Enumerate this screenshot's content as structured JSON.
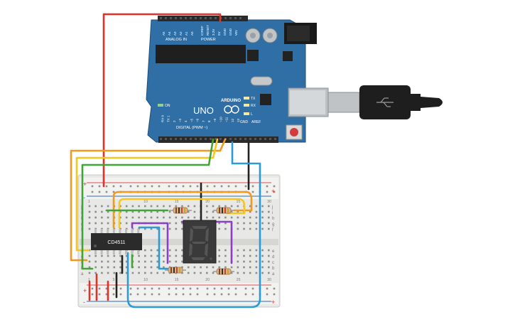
{
  "arduino": {
    "logo_text": "ARDUINO",
    "model": "UNO",
    "header_analog": "ANALOG IN",
    "header_power": "POWER",
    "header_digital": "DIGITAL (PWM ~)",
    "led_on": "ON",
    "led_tx": "TX",
    "led_rx": "RX",
    "led_l": "L",
    "pin_aref": "AREF",
    "pin_gnd": "GND",
    "analog_pins": [
      "A5",
      "A4",
      "A3",
      "A2",
      "A1",
      "A0"
    ],
    "power_pins": [
      "VIN",
      "GND",
      "GND",
      "5V",
      "3.3V",
      "RESET",
      "IOREF"
    ],
    "digital_pins": [
      "13",
      "12",
      "~11",
      "~10",
      "~9",
      "8",
      "7",
      "~6",
      "~5",
      "4",
      "~3",
      "2",
      "TX 1",
      "RX 0"
    ]
  },
  "ic": {
    "label": "CD4511"
  },
  "display": {
    "digit": "8"
  },
  "breadboard": {
    "row_letters_top": [
      "j",
      "i",
      "h",
      "g",
      "f"
    ],
    "row_letters_bottom": [
      "e",
      "d",
      "c",
      "b",
      "a"
    ],
    "column_numbers": [
      "1",
      "5",
      "10",
      "15",
      "20",
      "25",
      "30"
    ],
    "rail_plus": "+",
    "rail_minus": "-"
  },
  "colors": {
    "board": "#2f6fa6",
    "board_dark": "#1f4f7a",
    "wire_red": "#e0322b",
    "wire_orange": "#f29a1e",
    "wire_yellow": "#f4c820",
    "wire_green": "#3fa535",
    "wire_blue": "#2b9bd8",
    "wire_purple": "#8a3fc4",
    "wire_black": "#222222"
  }
}
